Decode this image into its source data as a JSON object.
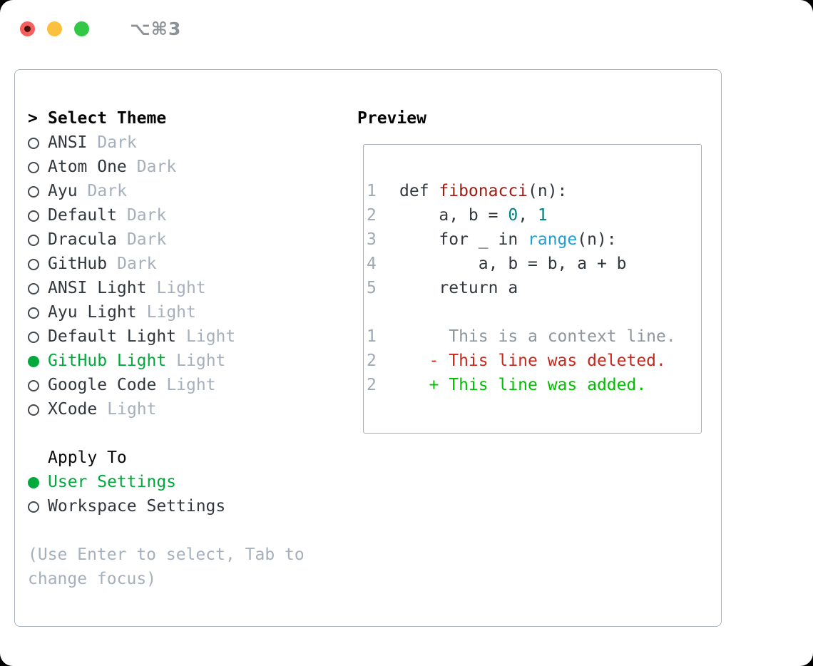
{
  "window": {
    "shortcut_label": "⌥⌘3"
  },
  "theme_picker": {
    "prompt": ">",
    "title": "Select Theme",
    "items": [
      {
        "name": "ANSI",
        "variant": "Dark",
        "selected": false
      },
      {
        "name": "Atom One",
        "variant": "Dark",
        "selected": false
      },
      {
        "name": "Ayu",
        "variant": "Dark",
        "selected": false
      },
      {
        "name": "Default",
        "variant": "Dark",
        "selected": false
      },
      {
        "name": "Dracula",
        "variant": "Dark",
        "selected": false
      },
      {
        "name": "GitHub",
        "variant": "Dark",
        "selected": false
      },
      {
        "name": "ANSI Light",
        "variant": "Light",
        "selected": false
      },
      {
        "name": "Ayu Light",
        "variant": "Light",
        "selected": false
      },
      {
        "name": "Default Light",
        "variant": "Light",
        "selected": false
      },
      {
        "name": "GitHub Light",
        "variant": "Light",
        "selected": true
      },
      {
        "name": "Google Code",
        "variant": "Light",
        "selected": false
      },
      {
        "name": "XCode",
        "variant": "Light",
        "selected": false
      }
    ]
  },
  "apply_to": {
    "title": "Apply To",
    "options": [
      {
        "label": "User Settings",
        "selected": true
      },
      {
        "label": "Workspace Settings",
        "selected": false
      }
    ]
  },
  "hint": "(Use Enter to select, Tab to change focus)",
  "preview": {
    "title": "Preview",
    "code_lines": [
      {
        "num": "1",
        "segments": [
          {
            "t": "def ",
            "c": "default"
          },
          {
            "t": "fibonacci",
            "c": "function"
          },
          {
            "t": "(n):",
            "c": "default"
          }
        ]
      },
      {
        "num": "2",
        "segments": [
          {
            "t": "    a, b = ",
            "c": "default"
          },
          {
            "t": "0",
            "c": "number"
          },
          {
            "t": ", ",
            "c": "default"
          },
          {
            "t": "1",
            "c": "number"
          }
        ]
      },
      {
        "num": "3",
        "segments": [
          {
            "t": "    for _ in ",
            "c": "default"
          },
          {
            "t": "range",
            "c": "builtin"
          },
          {
            "t": "(n):",
            "c": "default"
          }
        ]
      },
      {
        "num": "4",
        "segments": [
          {
            "t": "        a, b = b, a + b",
            "c": "default"
          }
        ]
      },
      {
        "num": "5",
        "segments": [
          {
            "t": "    return a",
            "c": "default"
          }
        ]
      }
    ],
    "diff_lines": [
      {
        "num": "1",
        "kind": "context",
        "text": "     This is a context line."
      },
      {
        "num": "2",
        "kind": "deleted",
        "text": "   - This line was deleted."
      },
      {
        "num": "2",
        "kind": "added",
        "text": "   + This line was added."
      }
    ]
  },
  "colors": {
    "accent-green": "#00a93c",
    "added-green": "#00bf00",
    "deleted-red": "#c9271b",
    "context-gray": "#8d959d",
    "muted-gray": "#a6afbc",
    "line-number-gray": "#9fa8b3",
    "code-default": "#31373d",
    "code-function": "#a01b10",
    "code-number": "#008080",
    "code-builtin": "#1d9fd7",
    "traffic-red": "#f4615c",
    "traffic-yellow": "#fcc03e",
    "traffic-green": "#32c845"
  }
}
